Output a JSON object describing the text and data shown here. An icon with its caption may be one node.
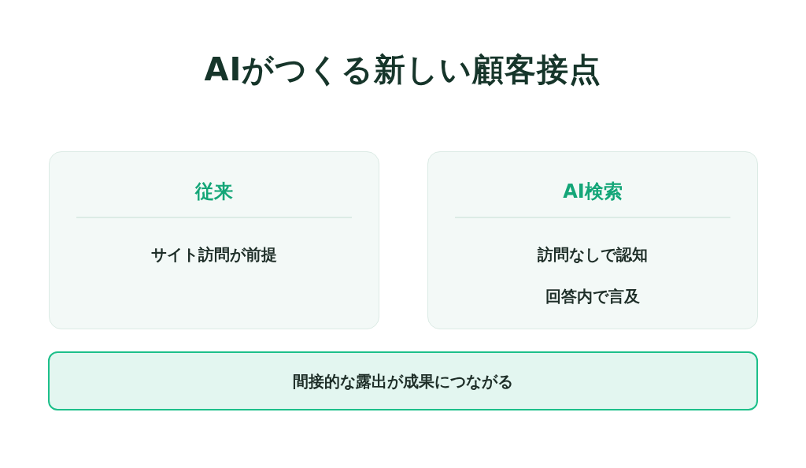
{
  "diagram": {
    "title": "AIがつくる新しい顧客接点",
    "nodes": [
      {
        "text": [
          "従来",
          "サイト訪問が前提"
        ]
      },
      {
        "text": [
          "AI検索",
          "訪問なしで認知",
          "回答内で言及"
        ]
      },
      {
        "text": [
          "間接的な露出が成果につながる"
        ]
      }
    ]
  }
}
